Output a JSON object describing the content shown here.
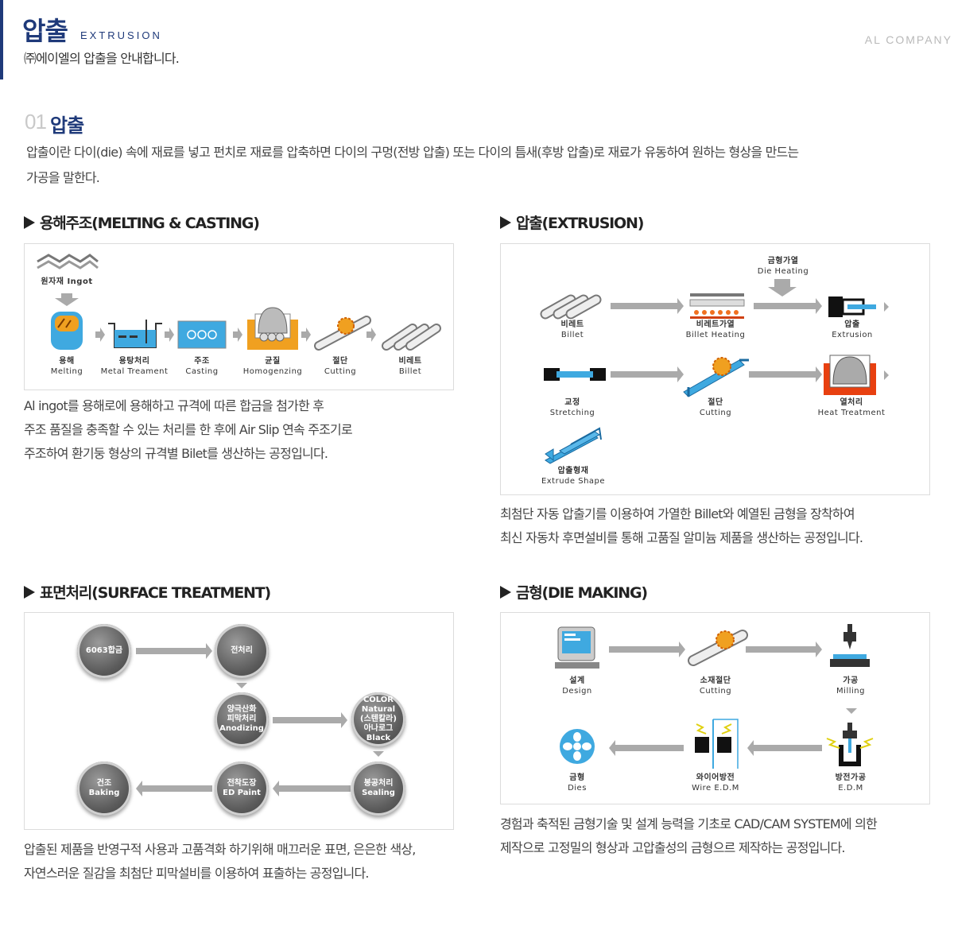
{
  "header": {
    "title": "압출",
    "title_en": "EXTRUSION",
    "subtitle": "㈜에이엘의 압출을 안내합니다.",
    "company": "AL COMPANY"
  },
  "section": {
    "number": "01",
    "title": "압출",
    "intro_line1": "압출이란 다이(die) 속에 재료를 넣고 펀치로 재료를 압축하면 다이의 구멍(전방 압출) 또는 다이의 틈새(후방 압출)로 재료가 유동하여 원하는 형상을 만드는",
    "intro_line2": "가공을 말한다."
  },
  "melting": {
    "heading": "용해주조(MELTING & CASTING)",
    "ingot_label": "원자재 Ingot",
    "steps": [
      {
        "ko": "용해",
        "en": "Melting"
      },
      {
        "ko": "용탕처리",
        "en": "Metal Treament"
      },
      {
        "ko": "주조",
        "en": "Casting"
      },
      {
        "ko": "균질",
        "en": "Homogenzing"
      },
      {
        "ko": "절단",
        "en": "Cutting"
      },
      {
        "ko": "비레트",
        "en": "Billet"
      }
    ],
    "desc_line1": "Al ingot를 용해로에 용해하고 규격에 따른 합금을 첨가한 후",
    "desc_line2": "주조 품질을 충족할 수 있는 처리를 한 후에 Air Slip 연속 주조기로",
    "desc_line3": "주조하여 환기둥 형상의 규격별 Bilet를 생산하는 공정입니다."
  },
  "extrusion": {
    "heading": "압출(EXTRUSION)",
    "die_heating": {
      "ko": "금형가열",
      "en": "Die  Heating"
    },
    "steps": [
      {
        "ko": "비레트",
        "en": "Billet"
      },
      {
        "ko": "비레트가열",
        "en": "Billet Heating"
      },
      {
        "ko": "압출",
        "en": "Extrusion"
      },
      {
        "ko": "교정",
        "en": "Stretching"
      },
      {
        "ko": "절단",
        "en": "Cutting"
      },
      {
        "ko": "열처리",
        "en": "Heat Treatment"
      },
      {
        "ko": "압출형재",
        "en": "Extrude Shape"
      }
    ],
    "desc_line1": "최첨단 자동 압출기를 이용하여 가열한 Billet와 예열된 금형을 장착하여",
    "desc_line2": "최신 자동차 후면설비를 통해 고품질 알미늄 제품을 생산하는 공정입니다."
  },
  "surface": {
    "heading": "표면처리(SURFACE TREATMENT)",
    "nodes": [
      {
        "lines": [
          "6063합금"
        ]
      },
      {
        "lines": [
          "전처리"
        ]
      },
      {
        "lines": [
          "양극산화",
          "피막처리",
          "Anodizing"
        ]
      },
      {
        "lines": [
          "COLOR",
          "Natural",
          "(스텐칼라)",
          "아나로그",
          "Black"
        ]
      },
      {
        "lines": [
          "봉공처리",
          "Sealing"
        ]
      },
      {
        "lines": [
          "전착도장",
          "ED  Paint"
        ]
      },
      {
        "lines": [
          "건조",
          "Baking"
        ]
      }
    ],
    "desc_line1": "압출된 제품을 반영구적 사용과 고품격화 하기위해 매끄러운 표면, 은은한 색상,",
    "desc_line2": "자연스러운 질감을 최첨단 피막설비를 이용하여 표출하는 공정입니다."
  },
  "die": {
    "heading": "금형(DIE MAKING)",
    "steps": [
      {
        "ko": "설계",
        "en": "Design"
      },
      {
        "ko": "소재절단",
        "en": "Cutting"
      },
      {
        "ko": "가공",
        "en": "Milling"
      },
      {
        "ko": "금형",
        "en": "Dies"
      },
      {
        "ko": "와이어방전",
        "en": "Wire  E.D.M"
      },
      {
        "ko": "방전가공",
        "en": "E.D.M"
      }
    ],
    "desc_line1": "경험과 축적된 금형기술 및 설계 능력을 기초로 CAD/CAM SYSTEM에 의한",
    "desc_line2": "제작으로 고정밀의 형상과 고압출성의 금형으르 제작하는 공정입니다."
  },
  "colors": {
    "brand": "#1f3a7a",
    "arrow": "#a9a9a9",
    "blue": "#3fa9e0",
    "orange": "#f0a020"
  }
}
